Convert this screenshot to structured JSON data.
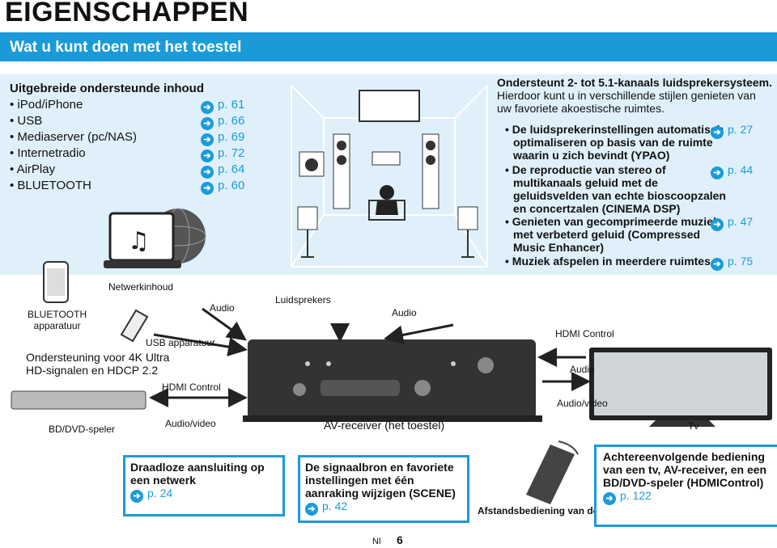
{
  "header": {
    "title": "EIGENSCHAPPEN",
    "banner": "Wat u kunt doen met het toestel"
  },
  "sources": {
    "title": "Uitgebreide ondersteunde inhoud",
    "items": [
      {
        "label": "• iPod/iPhone",
        "ref": "p. 61"
      },
      {
        "label": "• USB",
        "ref": "p. 66"
      },
      {
        "label": "• Mediaserver (pc/NAS)",
        "ref": "p. 69"
      },
      {
        "label": "• Internetradio",
        "ref": "p. 72"
      },
      {
        "label": "• AirPlay",
        "ref": "p. 64"
      },
      {
        "label": "• BLUETOOTH",
        "ref": "p. 60"
      }
    ]
  },
  "speakers": {
    "title": "Ondersteunt 2- tot 5.1-kanaals luidsprekersysteem.",
    "subtitle": "Hierdoor kunt u in verschillende stijlen genieten van uw favoriete akoestische ruimtes.",
    "features": [
      {
        "lines": [
          "• De luidsprekerinstellingen automatisch",
          "optimaliseren op basis van de ruimte",
          "waarin u zich bevindt (YPAO)"
        ],
        "ref": "p. 27"
      },
      {
        "lines": [
          "• De reproductie van stereo of",
          "multikanaals geluid met de",
          "geluidsvelden van echte bioscoopzalen",
          "en concertzalen (CINEMA DSP)"
        ],
        "ref": "p. 44"
      },
      {
        "lines": [
          "• Genieten van gecomprimeerde muziek",
          "met verbeterd geluid (Compressed",
          "Music Enhancer)"
        ],
        "ref": "p. 47"
      },
      {
        "lines": [
          "• Muziek afspelen in meerdere ruimtes"
        ],
        "ref": "p. 75"
      }
    ]
  },
  "diagram": {
    "netwerkinhoud": "Netwerkinhoud",
    "bluetooth_device": "BLUETOOTH\napparatuur",
    "audio_1": "Audio",
    "luidsprekers": "Luidsprekers",
    "audio_2": "Audio",
    "usb_device": "USB apparatuur",
    "hdmi_control_right": "HDMI Control",
    "support_4k": "Ondersteuning voor 4K Ultra\nHD-signalen en HDCP 2.2",
    "audio_3": "Audio",
    "hdmi_control_left": "HDMI Control",
    "audio_video_right": "Audio/video",
    "bd_player": "BD/DVD-speler",
    "audio_video_left": "Audio/video",
    "receiver": "AV-receiver (het toestel)",
    "tv": "Tv"
  },
  "bottom": {
    "wireless": {
      "text": "Draadloze aansluiting op een netwerk",
      "ref": "p. 24"
    },
    "scene": {
      "text": "De signaalbron en favoriete instellingen met één aanraking wijzigen (SCENE)",
      "ref": "p. 42"
    },
    "remote": "Afstandsbediening van de tv",
    "hdmi": {
      "text": "Achtereenvolgende bediening van een tv, AV-receiver, en een BD/DVD-speler (HDMIControl)",
      "ref": "p. 122"
    }
  },
  "footer": {
    "lang": "Nl",
    "page": "6"
  },
  "colors": {
    "accent": "#1a9bd7",
    "panel": "#dff0fa"
  }
}
